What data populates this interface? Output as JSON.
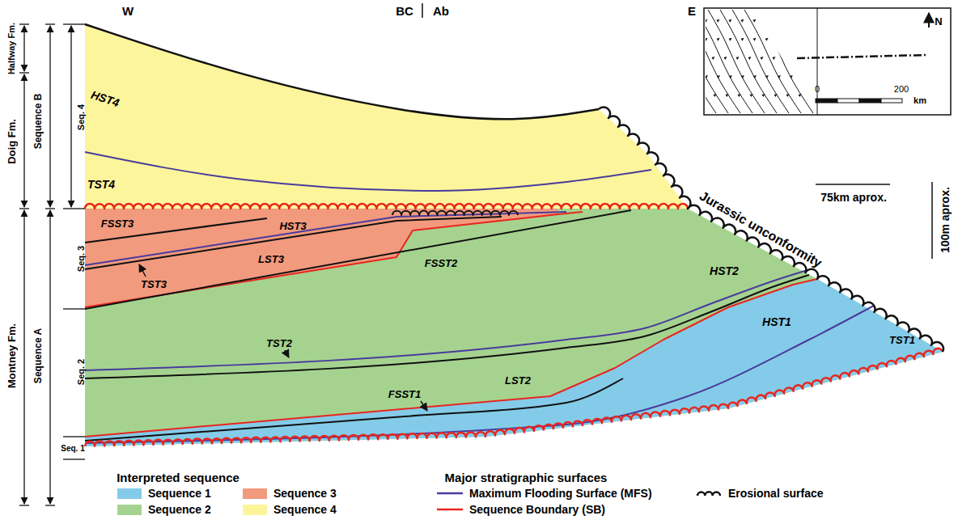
{
  "diagram": {
    "labels": [
      "Halfway Fm.",
      "Doig Fm.",
      "Montney Fm.",
      "Sequence B",
      "Sequence A",
      "Seq. 4",
      "Seq. 3",
      "Seq. 2",
      "Seq. 1",
      "W",
      "BC",
      "Ab",
      "E",
      "HST4",
      "TST4",
      "FSST3",
      "HST3",
      "TST3",
      "LST3",
      "FSST2",
      "HST2",
      "TST2",
      "LST2",
      "FSST1",
      "HST1",
      "TST1",
      "Jurassic unconformity",
      "75km aprox.",
      "100m aprox.",
      "N",
      "0",
      "200",
      "km",
      "Interpreted sequence",
      "Major stratigraphic surfaces"
    ],
    "legend": [
      {
        "text": "Sequence 1",
        "color": "#84cbe9"
      },
      {
        "text": "Sequence 2",
        "color": "#a5d38f"
      },
      {
        "text": "Sequence 3",
        "color": "#f29a7e"
      },
      {
        "text": "Sequence 4",
        "color": "#fdf59c"
      },
      {
        "text": "Maximum Flooding Surface (MFS)"
      },
      {
        "text": "Sequence Boundary (SB)"
      },
      {
        "text": "Erosional surface"
      }
    ]
  }
}
